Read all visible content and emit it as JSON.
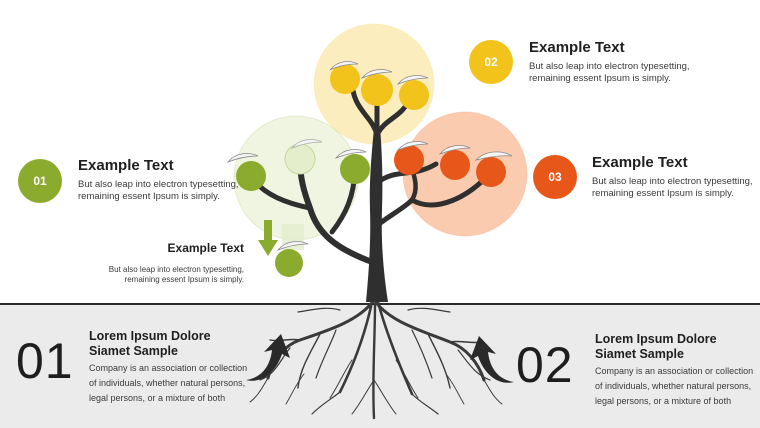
{
  "colors": {
    "green": "#8bab2e",
    "yellow": "#f2c31a",
    "orange": "#e8571a",
    "trunk": "#2f2f2f",
    "ground": "#ebebeb"
  },
  "callouts": [
    {
      "badge": "01",
      "title": "Example Text",
      "body": "But also leap into electron typesetting,\nremaining essent Ipsum  is simply."
    },
    {
      "badge": "02",
      "title": "Example Text",
      "body": "But also leap into electron typesetting,\nremaining essent Ipsum  is simply."
    },
    {
      "badge": "03",
      "title": "Example Text",
      "body": "But also leap into electron typesetting,\nremaining essent Ipsum  is simply."
    }
  ],
  "fallen": {
    "title": "Example Text",
    "body": "But also leap into electron typesetting,\nremaining essent Ipsum  is simply."
  },
  "bottom": [
    {
      "number": "01",
      "title": "Lorem Ipsum Dolore\nSiamet Sample",
      "body": "Company is an association or collection\nof individuals,  whether natural persons,\nlegal persons, or a mixture of both"
    },
    {
      "number": "02",
      "title": "Lorem Ipsum Dolore\nSiamet Sample",
      "body": "Company is an association or collection\nof individuals,  whether natural persons,\nlegal persons, or a mixture of both"
    }
  ]
}
